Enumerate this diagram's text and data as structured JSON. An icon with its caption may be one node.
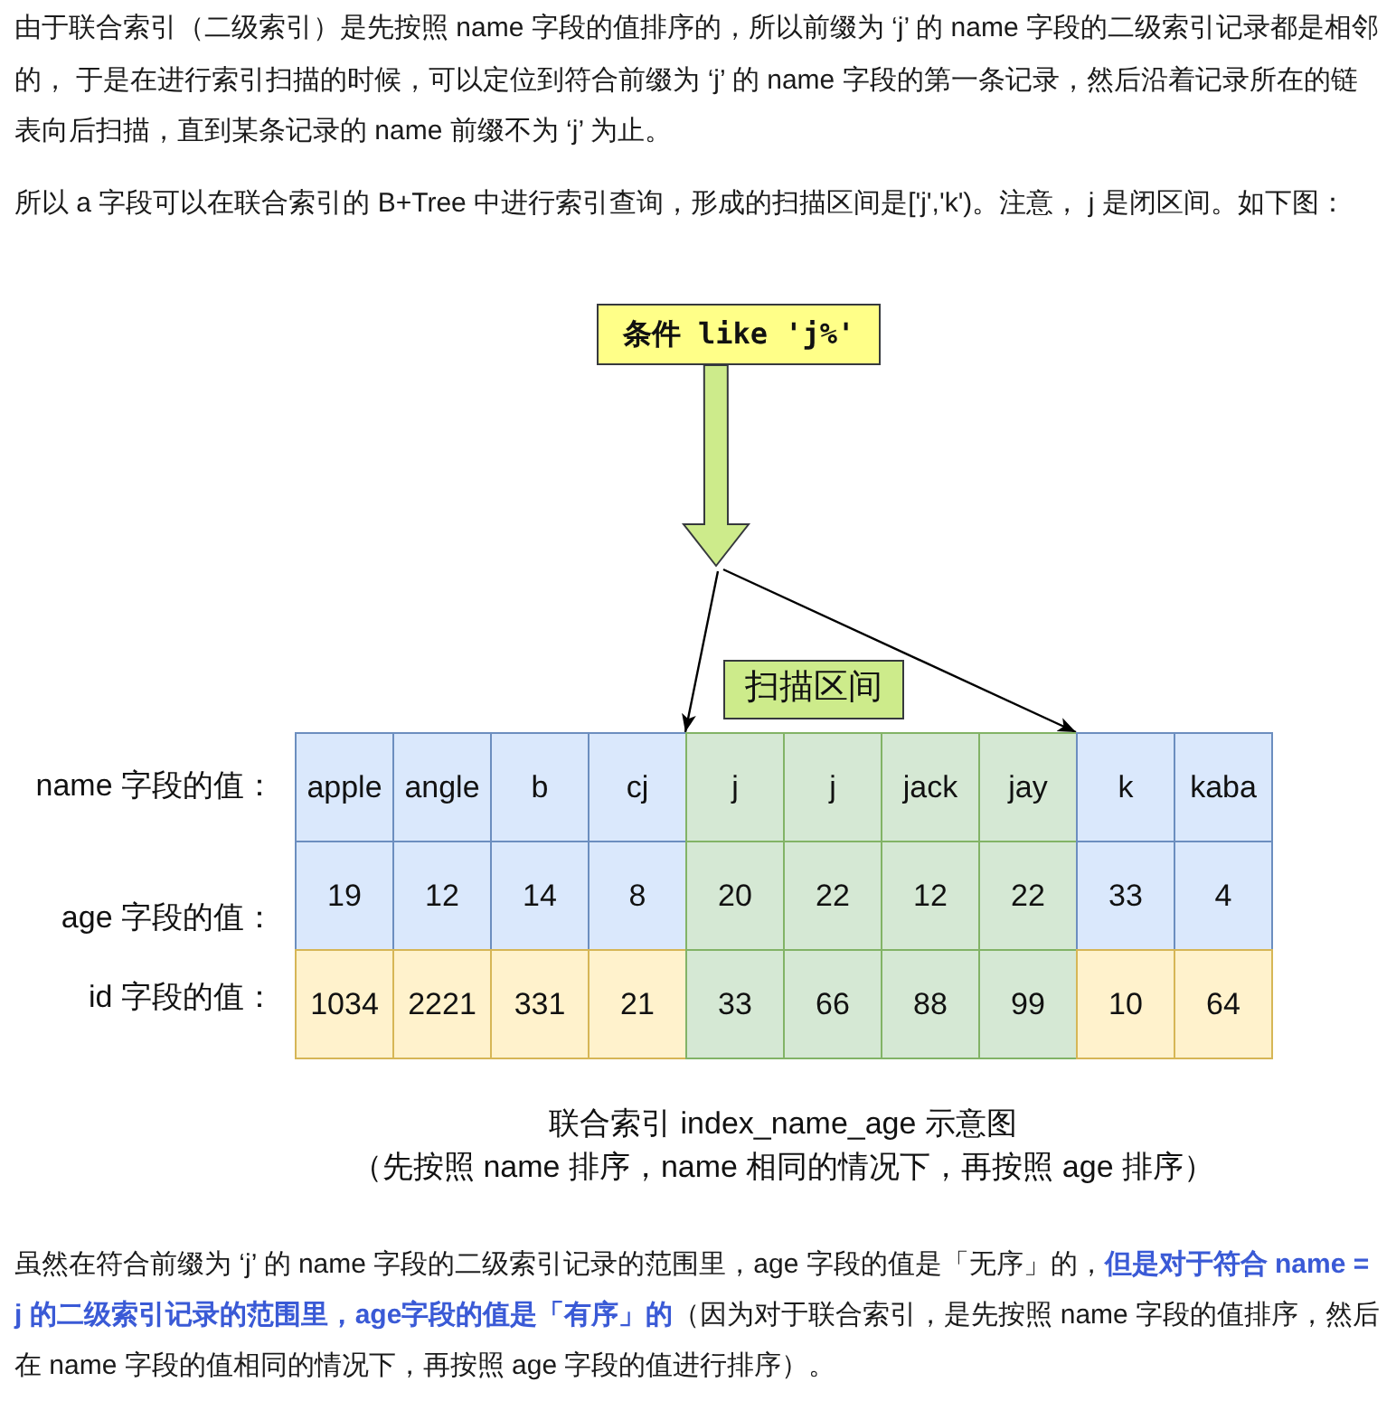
{
  "diagram": {
    "caption": "联合索引 index_name_age 示意图",
    "nodes": [
      {
        "text": [
          "条件 like 'j%'"
        ]
      },
      {
        "text": [
          "扫描区间"
        ]
      },
      {
        "text": [
          "apple"
        ]
      },
      {
        "text": [
          "angle"
        ]
      },
      {
        "text": [
          "b"
        ]
      },
      {
        "text": [
          "cj"
        ]
      },
      {
        "text": [
          "j"
        ]
      },
      {
        "text": [
          "j"
        ]
      },
      {
        "text": [
          "jack"
        ]
      },
      {
        "text": [
          "jay"
        ]
      },
      {
        "text": [
          "k"
        ]
      },
      {
        "text": [
          "kaba"
        ]
      },
      {
        "text": [
          "19"
        ]
      },
      {
        "text": [
          "12"
        ]
      },
      {
        "text": [
          "14"
        ]
      },
      {
        "text": [
          "8"
        ]
      },
      {
        "text": [
          "20"
        ]
      },
      {
        "text": [
          "22"
        ]
      },
      {
        "text": [
          "12"
        ]
      },
      {
        "text": [
          "22"
        ]
      },
      {
        "text": [
          "33"
        ]
      },
      {
        "text": [
          "4"
        ]
      },
      {
        "text": [
          "1034"
        ]
      },
      {
        "text": [
          "2221"
        ]
      },
      {
        "text": [
          "331"
        ]
      },
      {
        "text": [
          "21"
        ]
      },
      {
        "text": [
          "33"
        ]
      },
      {
        "text": [
          "66"
        ]
      },
      {
        "text": [
          "88"
        ]
      },
      {
        "text": [
          "99"
        ]
      },
      {
        "text": [
          "10"
        ]
      },
      {
        "text": [
          "64"
        ]
      }
    ],
    "edges": [
      {
        "from": 0,
        "to": null,
        "arrow": "to",
        "style": "thick",
        "color": "#cdeb8b"
      },
      {
        "from": null,
        "to": 6,
        "arrow": "to"
      },
      {
        "from": null,
        "to": 10,
        "arrow": "to"
      }
    ],
    "labels": [
      "由于联合索引（二级索引）是先按照 name 字段的值排序的，所以前缀为 ‘j’ 的 name 字段的二级索引记录都是相邻的， 于是在进行索引扫描的时候，可以定位到符合前缀为 ‘j’ 的 name 字段的第一条记录，然后沿着记录所在的链表向后扫描，直到某条记录的 name 前缀不为 ‘j’ 为止。",
      "所以 a 字段可以在联合索引的 B+Tree 中进行索引查询，形成的扫描区间是['j','k')。注意， j 是闭区间。如下图：",
      "name 字段的值：",
      "age 字段的值：",
      "id 字段的值：",
      "（先按照 name 排序，name 相同的情况下，再按照 age 排序）",
      "虽然在符合前缀为 ‘j’ 的 name 字段的二级索引记录的范围里，age 字段的值是「无序」的，**但是对于符合 name = j 的二级索引记录的范围里，age字段的值是「有序」的**（因为对于联合索引，是先按照 name 字段的值排序，然后在 name 字段的值相同的情况下，再按照 age 字段的值进行排序）。"
    ]
  }
}
